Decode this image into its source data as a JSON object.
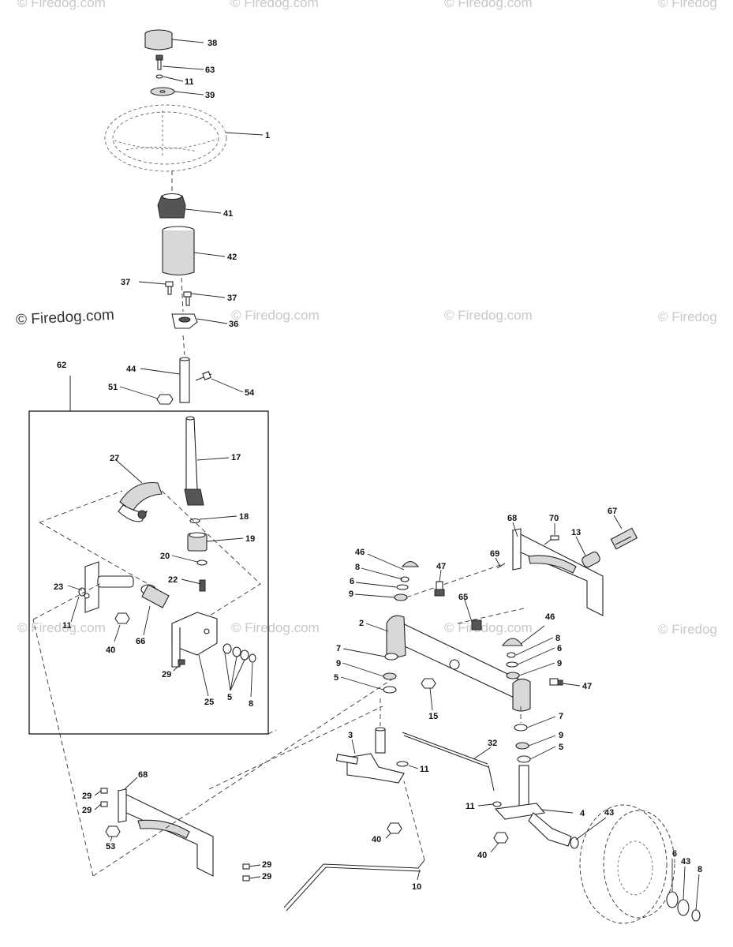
{
  "watermarks": [
    "© Firedog.com",
    "© Firedog.com",
    "© Firedog.com",
    "© Firedog",
    "© Firedog.com",
    "© Firedog.com",
    "© Firedog",
    "© Firedog.com",
    "© Firedog.com",
    "© Firedog.com",
    "© Firedog"
  ],
  "watermark_main": "© Firedog.com",
  "callouts": [
    "38",
    "63",
    "11",
    "39",
    "1",
    "41",
    "42",
    "37",
    "37",
    "36",
    "62",
    "44",
    "51",
    "54",
    "17",
    "27",
    "18",
    "19",
    "20",
    "22",
    "23",
    "11",
    "40",
    "66",
    "29",
    "25",
    "5",
    "8",
    "68",
    "70",
    "67",
    "13",
    "69",
    "46",
    "47",
    "8",
    "6",
    "9",
    "65",
    "2",
    "46",
    "8",
    "6",
    "9",
    "47",
    "7",
    "9",
    "5",
    "15",
    "7",
    "9",
    "5",
    "3",
    "32",
    "11",
    "4",
    "11",
    "43",
    "40",
    "40",
    "6",
    "43",
    "8",
    "68",
    "29",
    "29",
    "53",
    "29",
    "29",
    "10"
  ]
}
